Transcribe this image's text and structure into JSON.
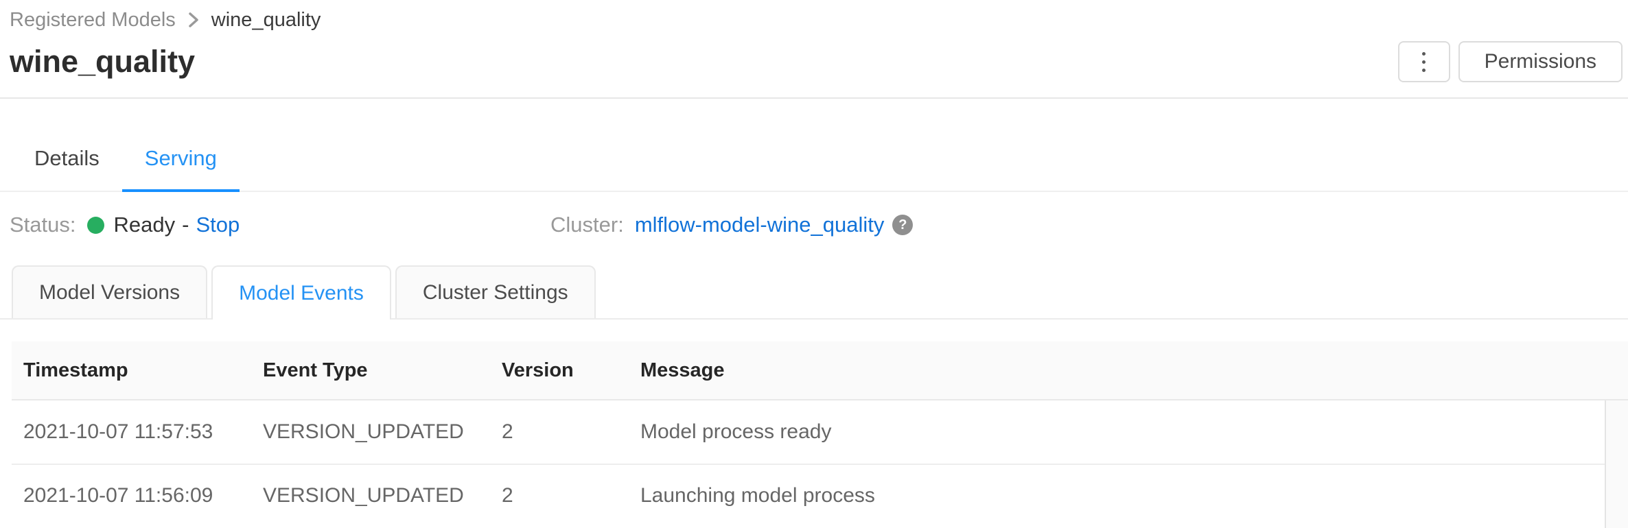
{
  "breadcrumb": {
    "items": [
      {
        "label": "Registered Models"
      },
      {
        "label": "wine_quality"
      }
    ]
  },
  "header": {
    "title": "wine_quality",
    "actions": {
      "more_icon": "kebab-menu-icon",
      "permissions_label": "Permissions"
    }
  },
  "main_tabs": [
    {
      "label": "Details",
      "active": false
    },
    {
      "label": "Serving",
      "active": true
    }
  ],
  "serving": {
    "status_label": "Status:",
    "status_value": "Ready",
    "status_indicator": "green-dot",
    "separator": "-",
    "stop_action": "Stop",
    "cluster_label": "Cluster:",
    "cluster_name": "mlflow-model-wine_quality",
    "help_glyph": "?"
  },
  "sub_tabs": [
    {
      "label": "Model Versions",
      "active": false
    },
    {
      "label": "Model Events",
      "active": true
    },
    {
      "label": "Cluster Settings",
      "active": false
    }
  ],
  "events_table": {
    "columns": [
      "Timestamp",
      "Event Type",
      "Version",
      "Message"
    ],
    "rows": [
      {
        "timestamp": "2021-10-07 11:57:53",
        "event_type": "VERSION_UPDATED",
        "version": "2",
        "message": "Model process ready"
      },
      {
        "timestamp": "2021-10-07 11:56:09",
        "event_type": "VERSION_UPDATED",
        "version": "2",
        "message": "Launching model process"
      }
    ]
  },
  "colors": {
    "accent-blue": "#1890ff",
    "tab-blue": "#2492f4",
    "link-blue": "#1172d8",
    "status-green": "#27ae60"
  }
}
